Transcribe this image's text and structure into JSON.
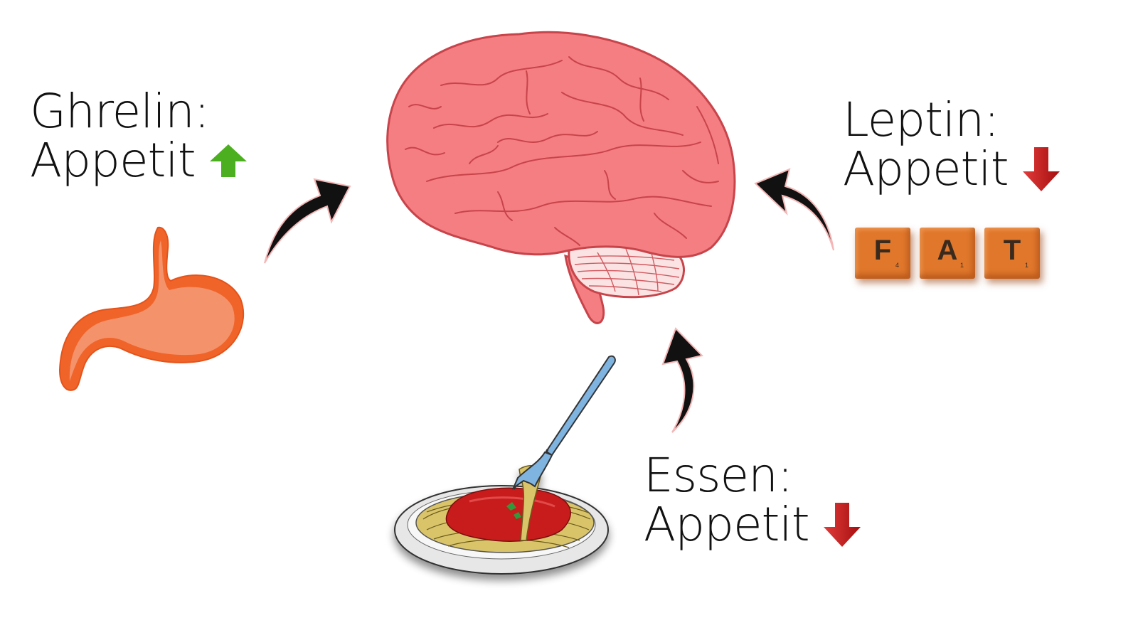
{
  "labels": {
    "ghrelin": {
      "hormone": "Ghrelin:",
      "effect": "Appetit",
      "direction": "up"
    },
    "leptin": {
      "hormone": "Leptin:",
      "effect": "Appetit",
      "direction": "down"
    },
    "essen": {
      "hormone": "Essen:",
      "effect": "Appetit",
      "direction": "down"
    }
  },
  "tiles": [
    {
      "letter": "F",
      "points": "4"
    },
    {
      "letter": "A",
      "points": "1"
    },
    {
      "letter": "T",
      "points": "1"
    }
  ],
  "colors": {
    "brain": "#f47e82",
    "brain_outline": "#c8444b",
    "stomach_outline": "#f0642a",
    "stomach_fill": "#f4936b",
    "arrow_up": "#4caf1f",
    "arrow_down": "#c71a1a",
    "curved_arrow": "#111111",
    "tile": "#e0772b",
    "sauce": "#c81e1e",
    "pasta": "#d9c46a",
    "fork": "#7fb3e0"
  },
  "icons": [
    "brain-icon",
    "stomach-icon",
    "spaghetti-plate-icon",
    "fork-icon",
    "up-arrow-icon",
    "down-arrow-icon",
    "curved-arrow-icon"
  ]
}
